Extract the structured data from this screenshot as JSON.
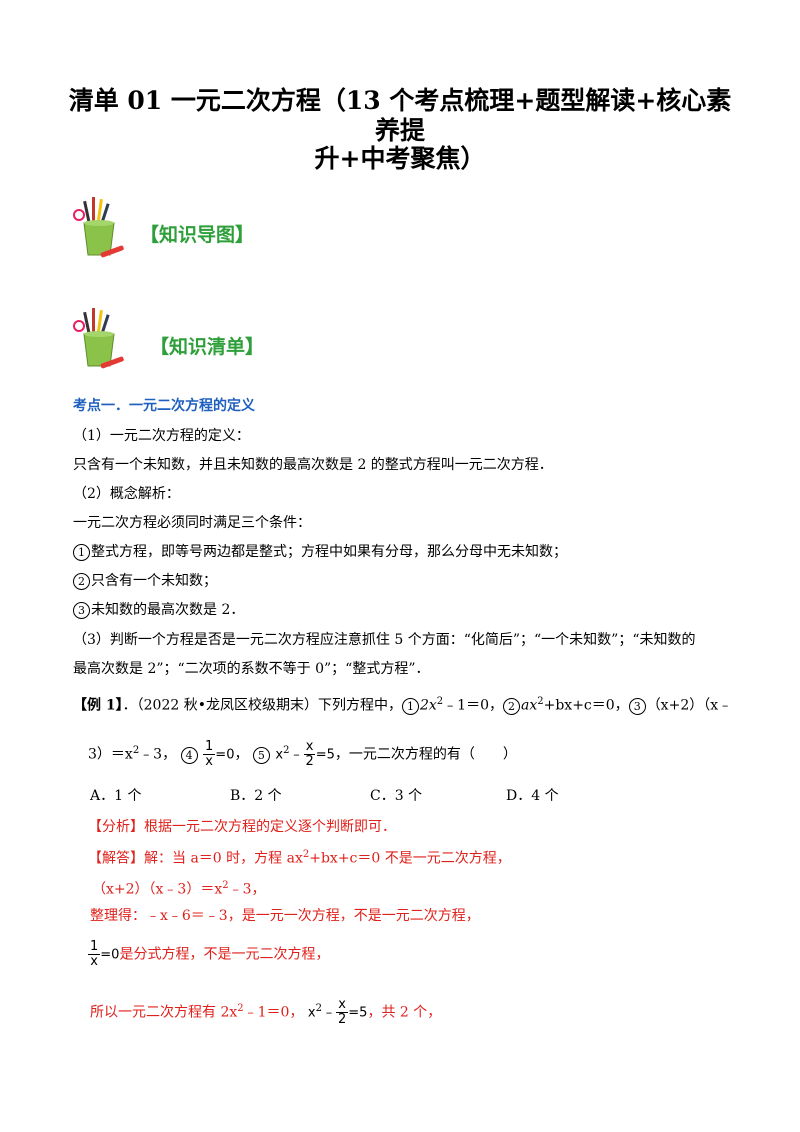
{
  "title": {
    "line1": "清单 01 一元二次方程（13 个考点梳理+题型解读+核心素养提",
    "line2": "升+中考聚焦）"
  },
  "sections": {
    "mindmap_label": "【知识导图】",
    "list_label": "【知识清单】"
  },
  "point1": {
    "heading": "考点一．一元二次方程的定义",
    "sub1": "（1）一元二次方程的定义：",
    "def": "只含有一个未知数，并且未知数的最高次数是 2 的整式方程叫一元二次方程．",
    "sub2": "（2）概念解析：",
    "cond_intro": "一元二次方程必须同时满足三个条件：",
    "cond1_mark": "1",
    "cond1": "整式方程，即等号两边都是整式；方程中如果有分母，那么分母中无未知数；",
    "cond2_mark": "2",
    "cond2": "只含有一个未知数；",
    "cond3_mark": "3",
    "cond3": "未知数的最高次数是 2．",
    "sub3_a": "（3）判断一个方程是否是一元二次方程应注意抓住 5 个方面：“化简后”；“一个未知数”；“未知数的",
    "sub3_b": "最高次数是 2”；“二次项的系数不等于 0”；“整式方程”．"
  },
  "example1": {
    "label": "【例 1】",
    "source": "．（2022 秋•龙凤区校级期末）下列方程中，",
    "m1": "1",
    "e1": "2x",
    "e1b": "﹣1＝0，",
    "m2": "2",
    "e2": "ax",
    "e2b": "+bx+c＝0，",
    "m3": "3",
    "e3": "（x+2）（x﹣",
    "line2_a": "3）＝x",
    "line2_b": "﹣3，",
    "m4": "4",
    "m5": "5",
    "frac_one": "1",
    "frac_x": "x",
    "frac_rhs0": "=0",
    "x_sq": "x",
    "frac_rhs5": "=5",
    "frac_two": "2",
    "tail": "，一元二次方程的有（　　）",
    "options": [
      "A．1 个",
      "B．2 个",
      "C．3 个",
      "D．4 个"
    ],
    "analysis_label": "【分析】",
    "analysis": "根据一元二次方程的定义逐个判断即可．",
    "answer_label": "【解答】",
    "answer1": "解：当 a＝0 时，方程 ax",
    "answer1b": "+bx+c＝0 不是一元二次方程，",
    "answer2": "（x+2）（x﹣3）＝x",
    "answer2b": "﹣3，",
    "answer3": "整理得：﹣x﹣6＝﹣3，是一元一次方程，不是一元二次方程，",
    "answer4": "是分式方程，不是一元二次方程，",
    "answer5a": "所以一元二次方程有 2x",
    "answer5b": "﹣1＝0，",
    "answer5c": "，共 2 个，",
    "exp2": "2"
  }
}
